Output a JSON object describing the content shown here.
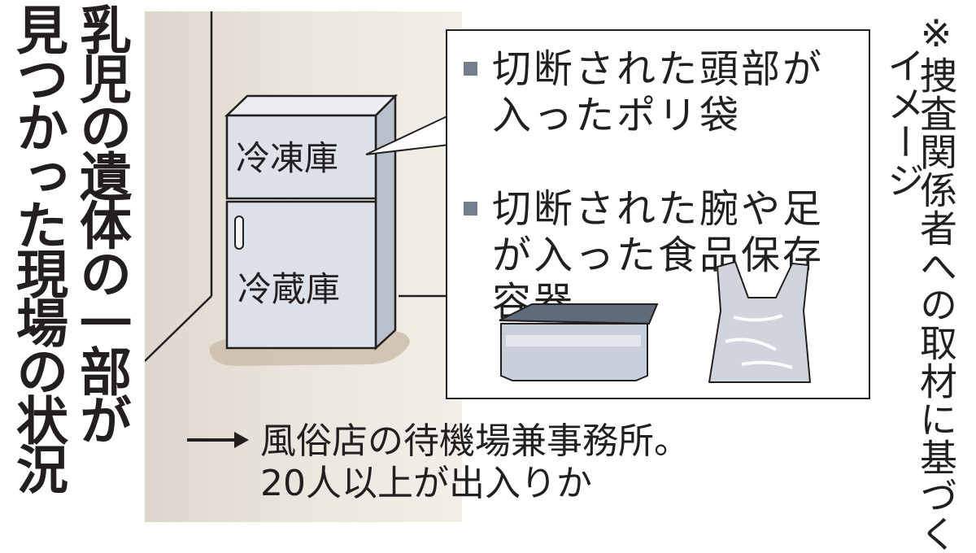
{
  "title": {
    "col1": "乳児の遺体の一部が",
    "col2": "見つかった現場の状況"
  },
  "note": {
    "col1": "※捜査関係者への取材に基づく",
    "col2": "イメージ"
  },
  "fridge": {
    "freezer_label": "冷凍庫",
    "fridge_label": "冷蔵庫"
  },
  "callout": {
    "items": [
      {
        "text": "切断された頭部が\n入ったポリ袋"
      },
      {
        "text": "切断された腕や足\nが入った食品保存\n容器"
      }
    ]
  },
  "location": {
    "line1": "風俗店の待機場兼事務所。",
    "line2": "20人以上が出入りか"
  },
  "colors": {
    "fridge_body": "#dde1ea",
    "bullet": "#737f8c",
    "container_lid": "#5f6b7b",
    "room_wall": "#e6e0d7"
  }
}
